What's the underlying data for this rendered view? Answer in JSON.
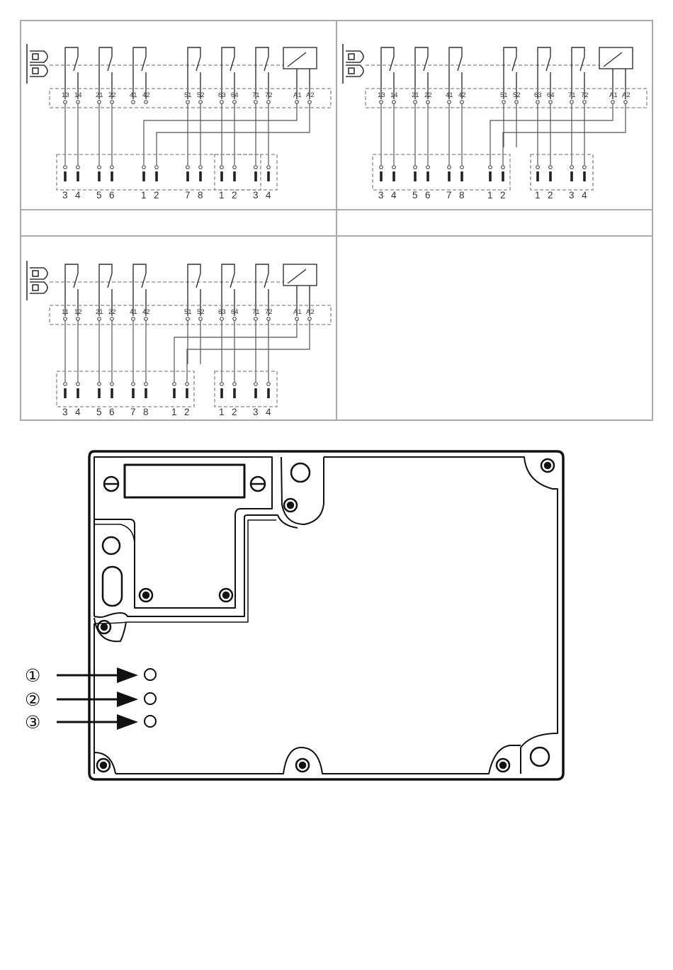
{
  "diagrams": [
    {
      "contact_labels": [
        "13",
        "14",
        "21",
        "22",
        "41",
        "42",
        "51",
        "52",
        "63",
        "64",
        "71",
        "72",
        "A1",
        "A2"
      ],
      "block1_numbers": [
        "3",
        "4",
        "5",
        "6",
        "1",
        "2",
        "7",
        "8"
      ],
      "block2_numbers": [
        "1",
        "2",
        "3",
        "4"
      ]
    },
    {
      "contact_labels": [
        "13",
        "14",
        "21",
        "22",
        "41",
        "42",
        "51",
        "52",
        "63",
        "64",
        "71",
        "72",
        "A1",
        "A2"
      ],
      "block1_numbers": [
        "3",
        "4",
        "5",
        "6",
        "7",
        "8",
        "1",
        "2"
      ],
      "block2_numbers": [
        "1",
        "2",
        "3",
        "4"
      ]
    },
    {
      "contact_labels": [
        "11",
        "12",
        "21",
        "22",
        "41",
        "42",
        "51",
        "52",
        "63",
        "64",
        "71",
        "72",
        "A1",
        "A2"
      ],
      "block1_numbers": [
        "3",
        "4",
        "5",
        "6",
        "7",
        "8",
        "1",
        "2"
      ],
      "block2_numbers": [
        "1",
        "2",
        "3",
        "4"
      ]
    }
  ],
  "callouts": [
    "①",
    "②",
    "③"
  ],
  "colors": {
    "line": "#222222",
    "grid": "#aaaaaa",
    "dashed": "#888888"
  }
}
